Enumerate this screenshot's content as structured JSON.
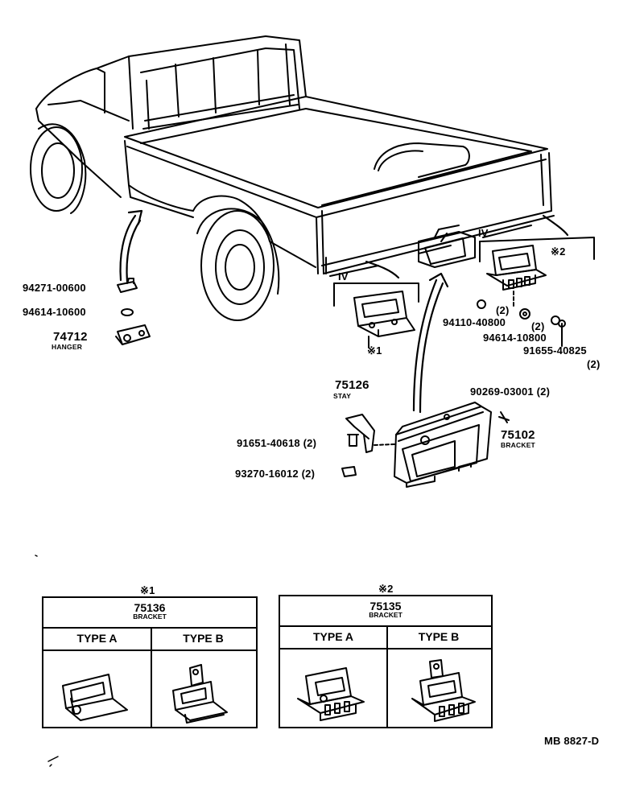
{
  "callouts": {
    "p94271": "94271-00600",
    "p94614_left": "94614-10600",
    "p74712": "74712",
    "hanger": "HANGER",
    "p75126": "75126",
    "stay": "STAY",
    "p91651": "91651-40618",
    "p91651_qty": "(2)",
    "p93270": "93270-16012",
    "p93270_qty": "(2)",
    "p75102": "75102",
    "bracket": "BRACKET",
    "p90269": "90269-03001",
    "p90269_qty": "(2)",
    "p94110": "94110-40800",
    "p94110_qty": "(2)",
    "p94614_right": "94614-10800",
    "p94614_right_qty": "(2)",
    "p91655": "91655-40825",
    "p91655_qty": "(2)",
    "view_left": "IV",
    "view_right": "IV",
    "mark1": "※1",
    "mark2": "※2"
  },
  "tables": [
    {
      "mark": "※1",
      "part": "75136",
      "desc": "BRACKET",
      "type_a": "TYPE A",
      "type_b": "TYPE B"
    },
    {
      "mark": "※2",
      "part": "75135",
      "desc": "BRACKET",
      "type_a": "TYPE A",
      "type_b": "TYPE B"
    }
  ],
  "drawing_code": "MB 8827-D"
}
